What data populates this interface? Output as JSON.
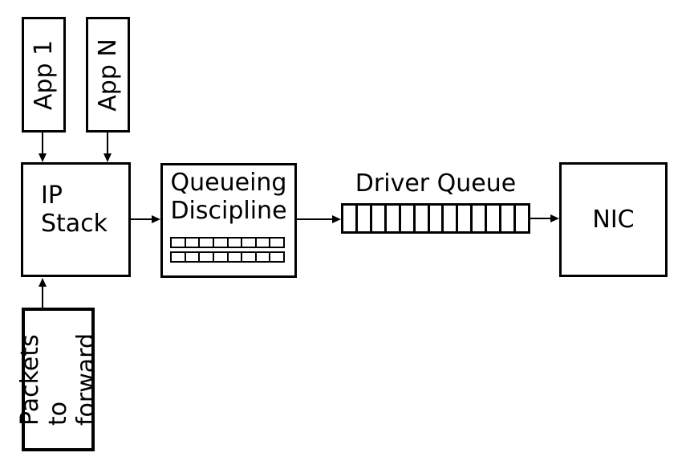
{
  "boxes": {
    "app1": "App 1",
    "appN": "App N",
    "ip_stack": "IP\nStack",
    "queueing_discipline": "Queueing\nDiscipline",
    "nic": "NIC",
    "packets_to_forward": "Packets to\nforward"
  },
  "labels": {
    "driver_queue": "Driver Queue"
  },
  "queues": {
    "qdisc_grid": {
      "rows": 2,
      "cols": 8
    },
    "driver_queue": {
      "cells": 13
    }
  },
  "colors": {
    "stroke": "#000000",
    "background": "#ffffff"
  }
}
